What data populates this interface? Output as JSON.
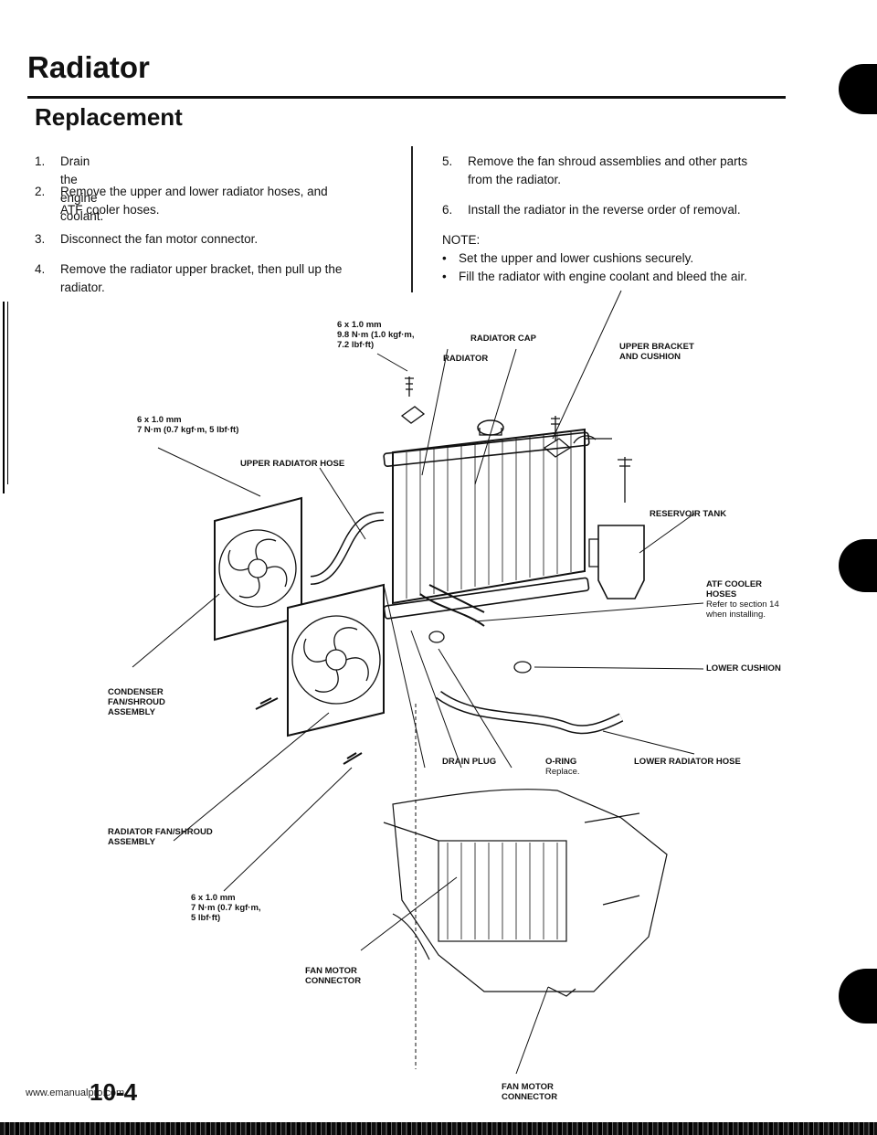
{
  "header": {
    "title": "Radiator",
    "subtitle": "Replacement"
  },
  "steps_left": [
    {
      "num": "1.",
      "line1": "Drain the engine coolant.",
      "line2": ""
    },
    {
      "num": "2.",
      "line1": "Remove the upper and lower radiator hoses, and",
      "line2": "ATF cooler hoses."
    },
    {
      "num": "3.",
      "line1": "Disconnect the fan motor connector.",
      "line2": ""
    },
    {
      "num": "4.",
      "line1": "Remove the radiator upper bracket, then pull up the",
      "line2": "radiator."
    }
  ],
  "steps_right": [
    {
      "num": "5.",
      "line1": "Remove the fan shroud assemblies and other parts",
      "line2": "from the radiator."
    },
    {
      "num": "6.",
      "line1": "Install the radiator in the reverse order of removal.",
      "line2": ""
    }
  ],
  "note": {
    "heading": "NOTE:",
    "bullets": [
      "Set the upper and lower cushions securely.",
      "Fill the radiator with engine coolant and bleed the air."
    ]
  },
  "labels": {
    "torque_top": [
      "6 x 1.0 mm",
      "9.8 N·m (1.0 kgf·m,",
      "7.2 lbf·ft)"
    ],
    "radiator": "RADIATOR",
    "radiator_cap": "RADIATOR CAP",
    "upper_bracket": [
      "UPPER BRACKET",
      "AND CUSHION"
    ],
    "torque_left": [
      "6 x 1.0 mm",
      "7 N·m (0.7 kgf·m, 5 lbf·ft)"
    ],
    "upper_hose": "UPPER RADIATOR HOSE",
    "reservoir": "RESERVOIR TANK",
    "atf": [
      "ATF COOLER",
      "HOSES"
    ],
    "atf_note": [
      "Refer to section 14",
      "when installing."
    ],
    "lower_cushion": "LOWER CUSHION",
    "condenser": [
      "CONDENSER",
      "FAN/SHROUD",
      "ASSEMBLY"
    ],
    "drain_plug": "DRAIN PLUG",
    "oring": "O-RING",
    "oring_note": "Replace.",
    "lower_hose": "LOWER RADIATOR HOSE",
    "rad_fan": [
      "RADIATOR FAN/SHROUD",
      "ASSEMBLY"
    ],
    "torque_bottom": [
      "6 x 1.0 mm",
      "7 N·m (0.7 kgf·m,",
      "5 lbf·ft)"
    ],
    "fan_motor_conn1": [
      "FAN MOTOR",
      "CONNECTOR"
    ],
    "fan_motor_conn2": [
      "FAN MOTOR",
      "CONNECTOR"
    ]
  },
  "footer": {
    "page": "10-4",
    "site": "www.emanualpro.com"
  }
}
